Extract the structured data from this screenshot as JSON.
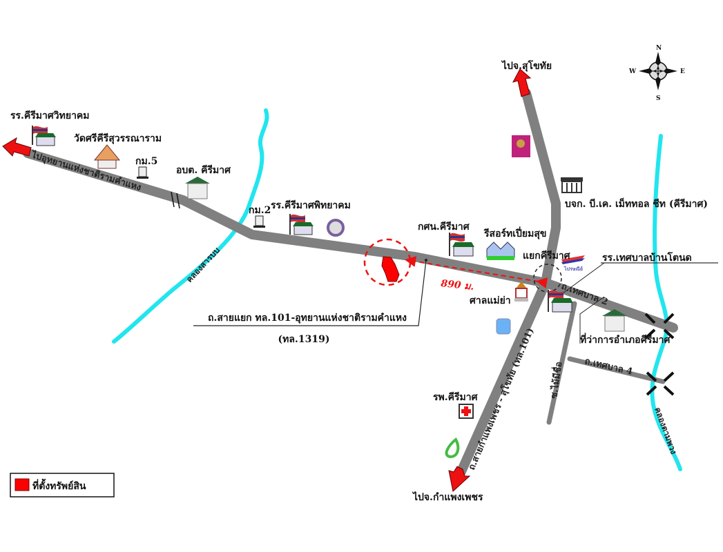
{
  "labels": {
    "school_khiri_witthayakhom": "รร.คีรีมาศวิทยาคม",
    "wat_sri_khiri": "วัดศรีคีรีสุวรรณาราม",
    "km5": "กม.5",
    "obt_khirimat": "อบต. คีรีมาศ",
    "km2": "กม.2",
    "school_khiri_phitthayakhom": "รร.คีรีมาศพิทยาคม",
    "kson_khirimat": "กศน.คีรีมาศ",
    "resort": "รีสอร์ทเปี่ยมสุข",
    "junction": "แยกคีรีมาศ",
    "company": "บจก. บี.เค. เม็ททอล ชีท (คีรีมาศ)",
    "school_thesaban": "รร.เทศบาลบ้านโตนด",
    "shrine": "ศาลแม่ย่า",
    "district_office": "ที่ว่าการอำเภอคีรีมาศ",
    "hospital": "รพ.คีรีมาศ",
    "to_sukhothai": "ไปจ.สุโขทัย",
    "to_kamphaeng_phet": "ไปจ.กำแพงเพชร",
    "distance": "890 ม.",
    "road_callout_line1": "ถ.สายแยก ทล.101-อุทยานแห่งชาติรามคำแหง",
    "road_callout_line2": "(ทล.1319)"
  },
  "roads": {
    "to_park": "ไปอุทยานแห่งชาติรามคำแหง",
    "highway_101": "ถ.สายกำแพงเพชร - สุโขทัย (ทล.101)",
    "thesaban_2": "ถ.เทศบาล 2",
    "thesaban_4": "ถ.เทศบาล 4",
    "soi": "ซ.ไม้มีชื่อ"
  },
  "rivers": {
    "west": "คลองสารบบ",
    "east": "คลองตามพวง"
  },
  "compass": {
    "n": "N",
    "s": "S",
    "e": "E",
    "w": "W"
  },
  "legend": {
    "property_location": "ที่ตั้งทรัพย์สิน"
  },
  "colors": {
    "road": "#808080",
    "river": "#22e5ee",
    "marker": "#ee1111"
  }
}
